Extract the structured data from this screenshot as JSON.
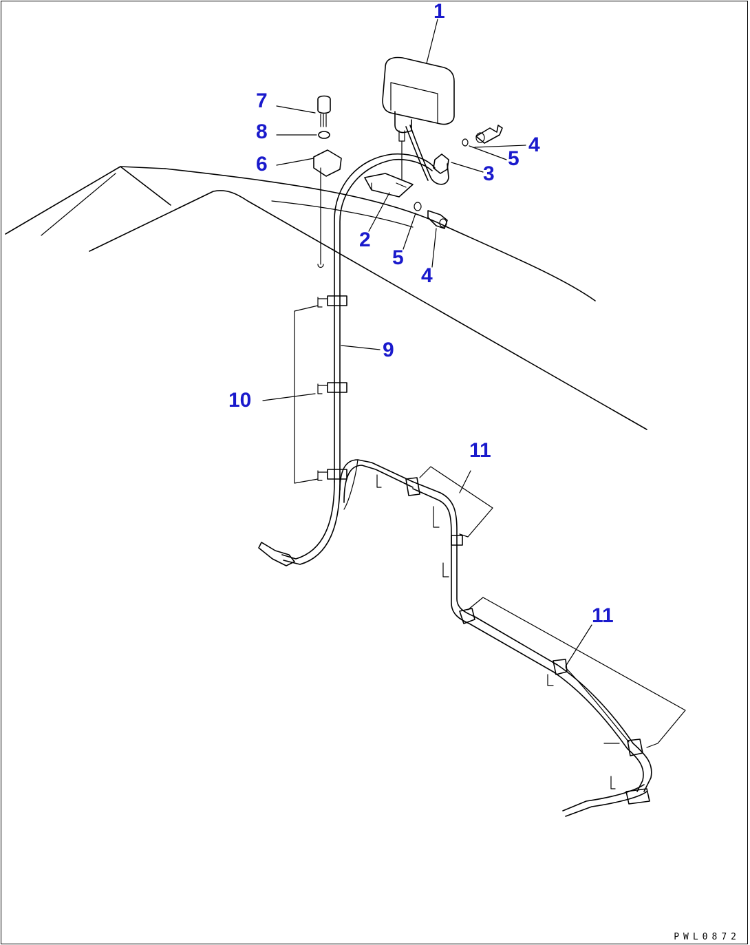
{
  "diagram": {
    "callouts": {
      "c1": "1",
      "c2": "2",
      "c3": "3",
      "c4a": "4",
      "c4b": "4",
      "c5a": "5",
      "c5b": "5",
      "c6": "6",
      "c7": "7",
      "c8": "8",
      "c9": "9",
      "c10": "10",
      "c11a": "11",
      "c11b": "11"
    },
    "drawing_code": "PWL0872",
    "colors": {
      "callout": "#1a1acc",
      "line": "#000000",
      "background": "#ffffff"
    }
  }
}
